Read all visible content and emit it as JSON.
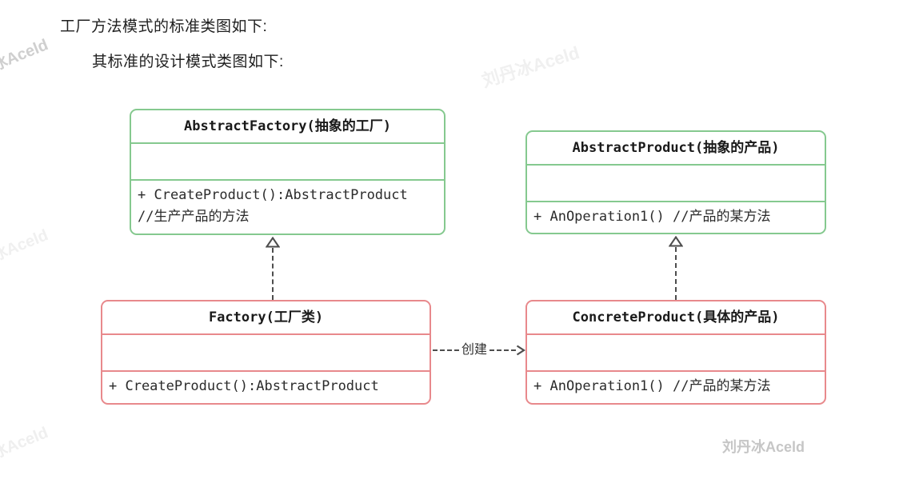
{
  "page": {
    "heading1": "工厂方法模式的标准类图如下:",
    "heading2": "其标准的设计模式类图如下:",
    "watermark_text": "刘丹冰Aceld"
  },
  "colors": {
    "abstract_border": "#85c98f",
    "concrete_border": "#e8898c",
    "arrow": "#4d4d4d",
    "text": "#2b2b2b"
  },
  "diagram": {
    "type": "uml-class-diagram",
    "classes": [
      {
        "title": "AbstractFactory(抽象的工厂)",
        "attributes": "",
        "methods": [
          "+ CreateProduct():AbstractProduct",
          "//生产产品的方法"
        ]
      },
      {
        "title": "AbstractProduct(抽象的产品)",
        "attributes": "",
        "methods": [
          "+ AnOperation1() //产品的某方法"
        ]
      },
      {
        "title": "Factory(工厂类)",
        "attributes": "",
        "methods": [
          "+ CreateProduct():AbstractProduct"
        ]
      },
      {
        "title": "ConcreteProduct(具体的产品)",
        "attributes": "",
        "methods": [
          "+ AnOperation1() //产品的某方法"
        ]
      }
    ],
    "relations": [
      {
        "from": "Factory",
        "to": "AbstractFactory",
        "type": "realization",
        "label": ""
      },
      {
        "from": "ConcreteProduct",
        "to": "AbstractProduct",
        "type": "realization",
        "label": ""
      },
      {
        "from": "Factory",
        "to": "ConcreteProduct",
        "type": "dependency",
        "label": "创建"
      }
    ]
  }
}
